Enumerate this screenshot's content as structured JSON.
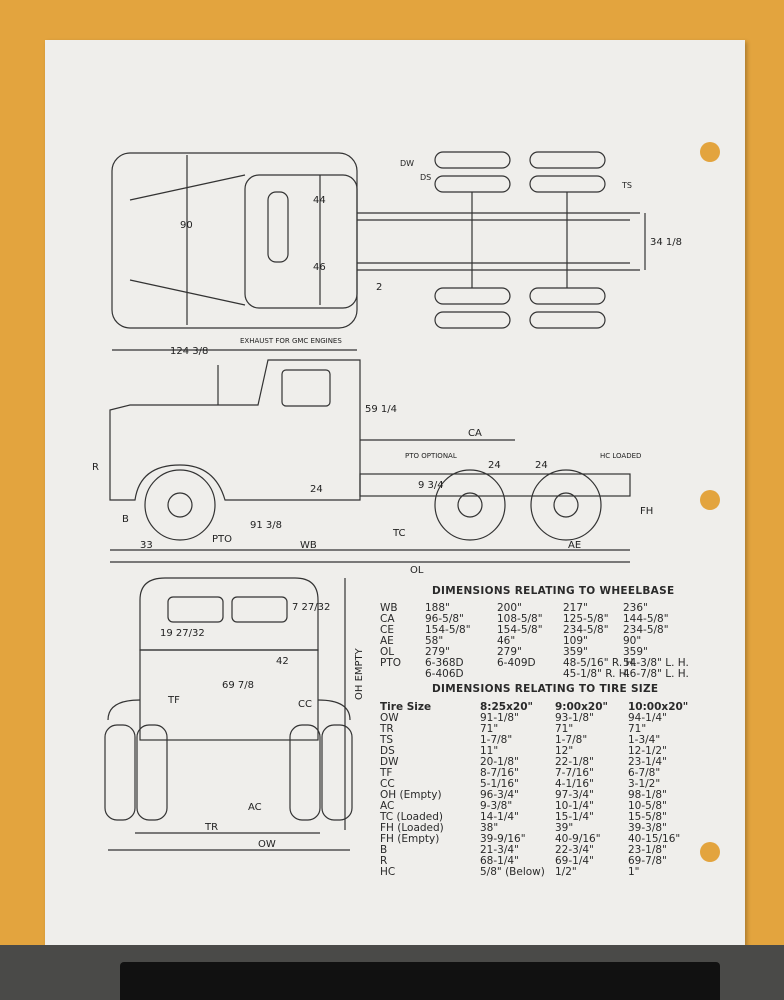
{
  "labels": {
    "exhaust": "EXHAUST FOR GMC ENGINES",
    "top_length": "124 3/8",
    "top_width": "90",
    "top_44": "44",
    "top_46": "46",
    "top_2": "2",
    "dw": "DW",
    "ds": "DS",
    "ts": "TS",
    "frame_width": "34 1/8",
    "cab_height": "59 1/4",
    "ca": "CA",
    "pto_optional": "PTO OPTIONAL",
    "hc_loaded": "HC LOADED",
    "axle_24a": "24",
    "axle_24b": "24",
    "r": "R",
    "b": "B",
    "frame_9": "9 3/4",
    "frame_24": "24",
    "pto_91": "91 3/8",
    "pto": "PTO",
    "tc": "TC",
    "fh": "FH",
    "front_33": "33",
    "wb": "WB",
    "ae": "AE",
    "ol": "OL",
    "win_19": "19 27/32",
    "win_7": "7 27/32",
    "width_69": "69 7/8",
    "width_42": "42",
    "oh_empty": "OH EMPTY",
    "tf": "TF",
    "cc": "CC",
    "ac": "AC",
    "tr": "TR",
    "ow": "OW"
  },
  "wheelbase_table": {
    "title": "DIMENSIONS RELATING TO WHEELBASE",
    "rows": [
      {
        "label": "WB",
        "v": [
          "188\"",
          "200\"",
          "217\"",
          "236\""
        ]
      },
      {
        "label": "CA",
        "v": [
          "96-5/8\"",
          "108-5/8\"",
          "125-5/8\"",
          "144-5/8\""
        ]
      },
      {
        "label": "CE",
        "v": [
          "154-5/8\"",
          "154-5/8\"",
          "234-5/8\"",
          "234-5/8\""
        ]
      },
      {
        "label": "AE",
        "v": [
          "58\"",
          "46\"",
          "109\"",
          "90\""
        ]
      },
      {
        "label": "OL",
        "v": [
          "279\"",
          "279\"",
          "359\"",
          "359\""
        ]
      },
      {
        "label": "PTO",
        "v": [
          "6-368D",
          "6-409D",
          "48-5/16\" R. H.",
          "54-3/8\" L. H."
        ]
      },
      {
        "label": "",
        "v": [
          "6-406D",
          "",
          "45-1/8\"  R. H.",
          "46-7/8\" L. H."
        ]
      }
    ]
  },
  "tire_table": {
    "title": "DIMENSIONS RELATING TO TIRE SIZE",
    "header": {
      "label": "Tire Size",
      "v": [
        "8:25x20\"",
        "9:00x20\"",
        "10:00x20\""
      ]
    },
    "rows": [
      {
        "label": "OW",
        "v": [
          "91-1/8\"",
          "93-1/8\"",
          "94-1/4\""
        ]
      },
      {
        "label": "TR",
        "v": [
          "71\"",
          "71\"",
          "71\""
        ]
      },
      {
        "label": "TS",
        "v": [
          "1-7/8\"",
          "1-7/8\"",
          "1-3/4\""
        ]
      },
      {
        "label": "DS",
        "v": [
          "11\"",
          "12\"",
          "12-1/2\""
        ]
      },
      {
        "label": "DW",
        "v": [
          "20-1/8\"",
          "22-1/8\"",
          "23-1/4\""
        ]
      },
      {
        "label": "TF",
        "v": [
          "8-7/16\"",
          "7-7/16\"",
          "6-7/8\""
        ]
      },
      {
        "label": "CC",
        "v": [
          "5-1/16\"",
          "4-1/16\"",
          "3-1/2\""
        ]
      },
      {
        "label": "OH  (Empty)",
        "v": [
          "96-3/4\"",
          "97-3/4\"",
          "98-1/8\""
        ]
      },
      {
        "label": "AC",
        "v": [
          "9-3/8\"",
          "10-1/4\"",
          "10-5/8\""
        ]
      },
      {
        "label": "TC  (Loaded)",
        "v": [
          "14-1/4\"",
          "15-1/4\"",
          "15-5/8\""
        ]
      },
      {
        "label": "FH  (Loaded)",
        "v": [
          "38\"",
          "39\"",
          "39-3/8\""
        ]
      },
      {
        "label": "FH  (Empty)",
        "v": [
          "39-9/16\"",
          "40-9/16\"",
          "40-15/16\""
        ]
      },
      {
        "label": "B",
        "v": [
          "21-3/4\"",
          "22-3/4\"",
          "23-1/8\""
        ]
      },
      {
        "label": "R",
        "v": [
          "68-1/4\"",
          "69-1/4\"",
          "69-7/8\""
        ]
      },
      {
        "label": "HC",
        "v": [
          "5/8\" (Below)",
          "1/2\"",
          "1\""
        ]
      }
    ]
  }
}
